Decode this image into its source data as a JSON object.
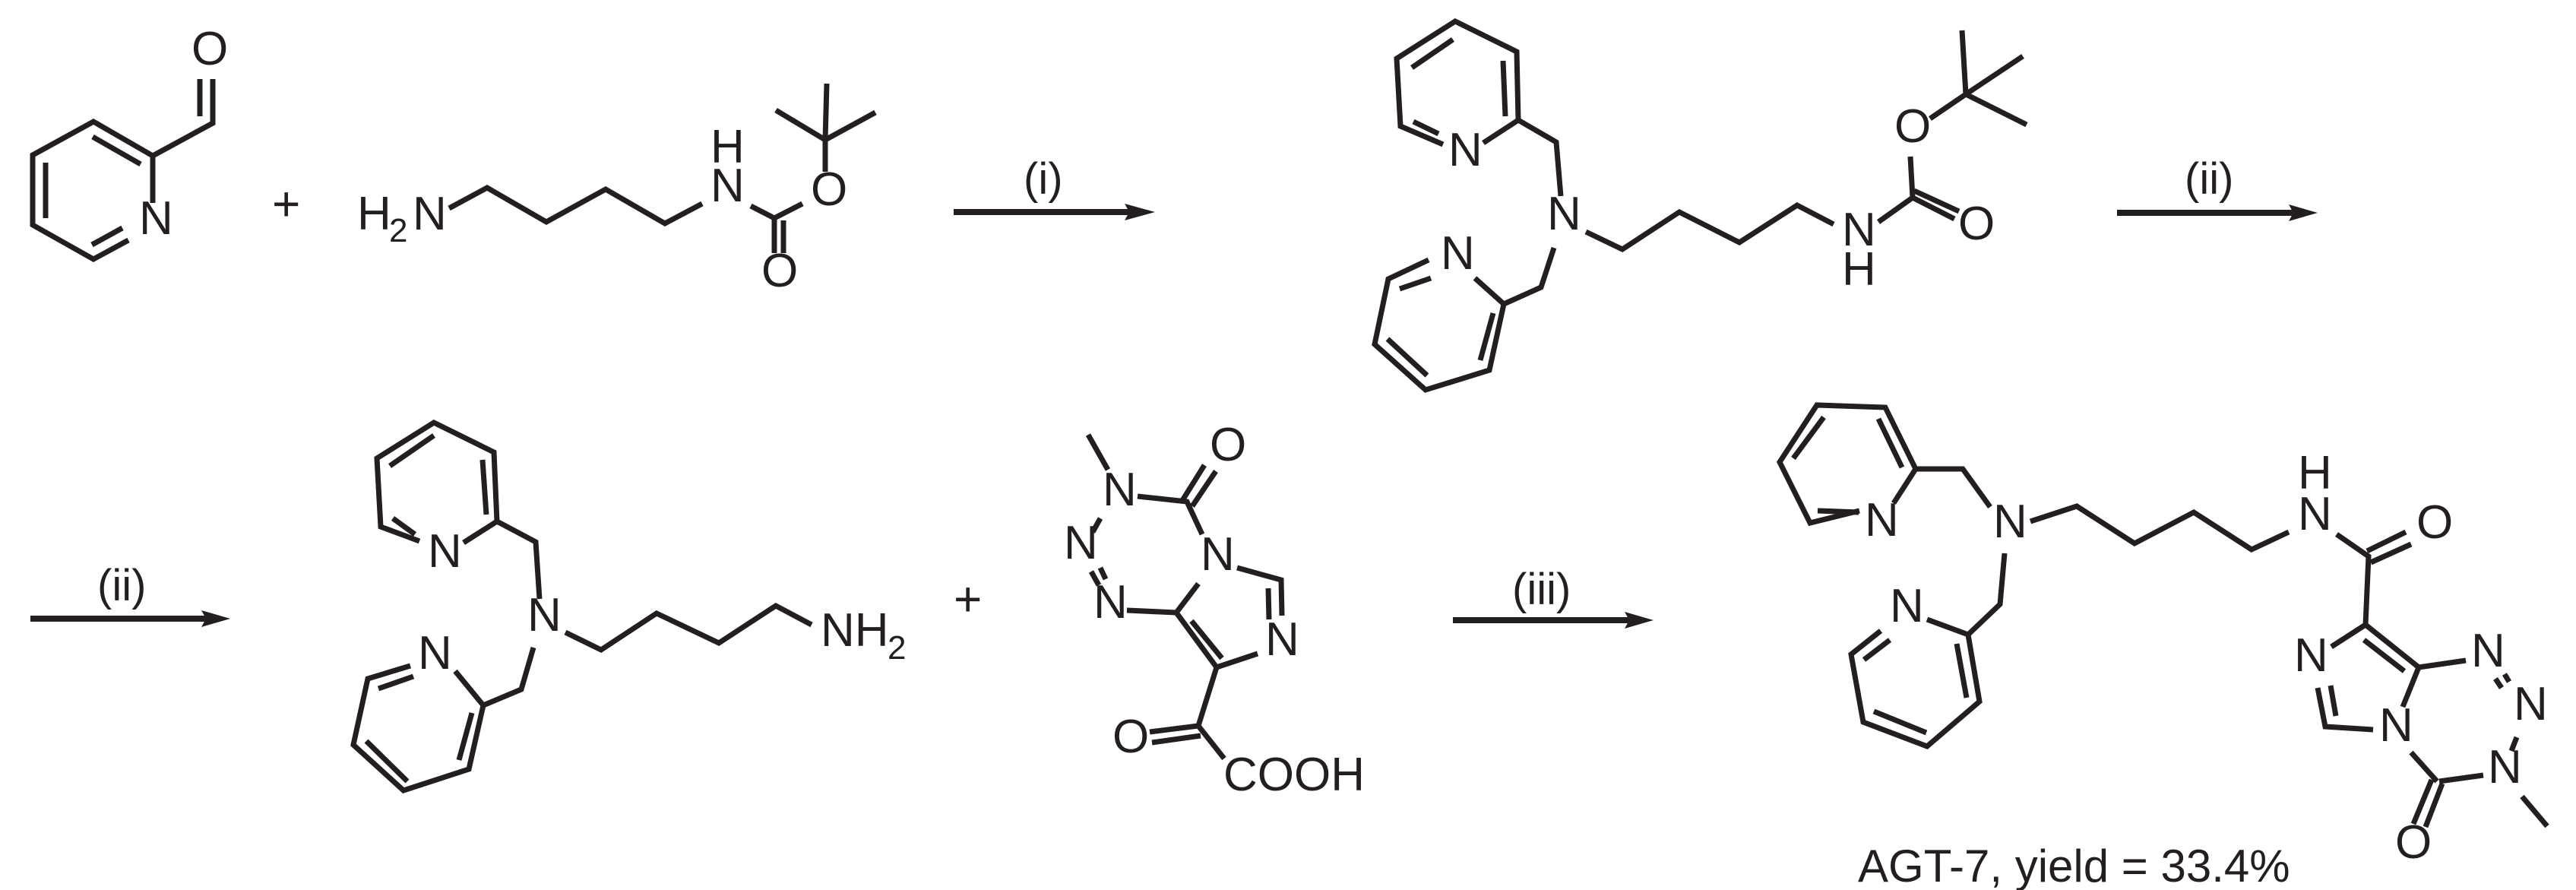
{
  "scheme": {
    "reagents": {
      "aldehyde": {
        "atoms": {
          "N": "N",
          "O": "O"
        }
      },
      "boc_diamine": {
        "atoms": {
          "H2N_H": "H",
          "H2N_sub": "2",
          "H2N_N": "N",
          "NH_N": "N",
          "NH_H": "H",
          "O_ester": "O",
          "O_carbonyl": "O"
        }
      }
    },
    "plus_signs": [
      "+",
      "+"
    ],
    "arrows": [
      {
        "label": "(i)"
      },
      {
        "label": "(ii)"
      },
      {
        "label": "(ii)"
      },
      {
        "label": "(iii)"
      }
    ],
    "intermediate_boc": {
      "atoms": {
        "N_py1": "N",
        "N_py2": "N",
        "N_central": "N",
        "NH_N": "N",
        "NH_H": "H",
        "O_ester": "O",
        "O_carbonyl": "O"
      }
    },
    "intermediate_amine": {
      "atoms": {
        "N_py1": "N",
        "N_py2": "N",
        "N_central": "N",
        "NH2_N": "NH",
        "NH2_sub": "2"
      }
    },
    "triazine_acid": {
      "atoms": {
        "N3": "N",
        "N2": "N",
        "N1": "N",
        "N5": "N",
        "N7": "N",
        "O_ring": "O",
        "O_keto": "O",
        "COOH": "COOH"
      }
    },
    "product": {
      "atoms": {
        "N_py1": "N",
        "N_py2": "N",
        "N_central": "N",
        "NH_N": "N",
        "NH_H": "H",
        "O_amide": "O",
        "N7": "N",
        "N1": "N",
        "N2": "N",
        "N5": "N",
        "N3": "N",
        "O_ring": "O"
      },
      "caption": "AGT-7, yield = 33.4%"
    }
  }
}
